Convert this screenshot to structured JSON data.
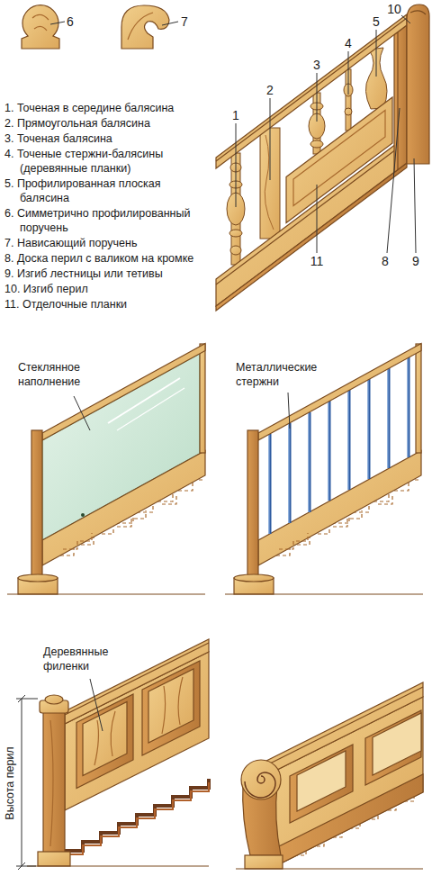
{
  "diagram": {
    "labels": [
      "6",
      "7",
      "1. Точеная в середине балясина",
      "2. Прямоугольная балясина",
      "3. Точеная балясина",
      "4. Точеные стержни-балясины (деревянные планки)",
      "5. Профилированная плоская балясина",
      "6. Симметрично профилированный поручень",
      "7. Нависающий поручень",
      "8. Доска перил с валиком на кромке",
      "9. Изгиб лестницы или тетивы",
      "10. Изгиб перил",
      "11. Отделочные планки",
      "10",
      "5",
      "4",
      "3",
      "2",
      "1",
      "11",
      "8",
      "9",
      "Стеклянное наполнение",
      "Металлические стержни",
      "Деревянные филенки",
      "Высота перил"
    ]
  }
}
